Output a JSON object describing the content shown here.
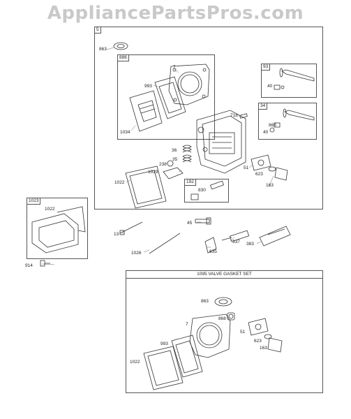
{
  "watermark": "AppliancePartsPros.com",
  "boxes": {
    "main": "5",
    "head_gasket": "886",
    "valve_93": "93",
    "valve_34": "34",
    "breather": "192",
    "cover": "1023",
    "gasket_set": "1095 VALVE GASKET SET"
  },
  "labels": {
    "p863": "863",
    "p7": "7",
    "p993": "993",
    "p1034": "1034",
    "p718": "718",
    "p40a": "40",
    "p868": "868",
    "p40b": "40",
    "p36": "36",
    "p238": "238",
    "p35": "35",
    "p1029": "1029",
    "p1022": "1022",
    "p830": "830",
    "p51": "51",
    "p623": "623",
    "p163": "163",
    "p1022b": "1022",
    "p914": "914",
    "p13": "13",
    "p45": "45",
    "p1026": "1026",
    "p635": "635",
    "p337": "337",
    "p383": "383",
    "s863": "863",
    "s868": "868",
    "s7": "7",
    "s51": "51",
    "s993": "993",
    "s623": "623",
    "s163": "163",
    "s1022": "1022"
  }
}
